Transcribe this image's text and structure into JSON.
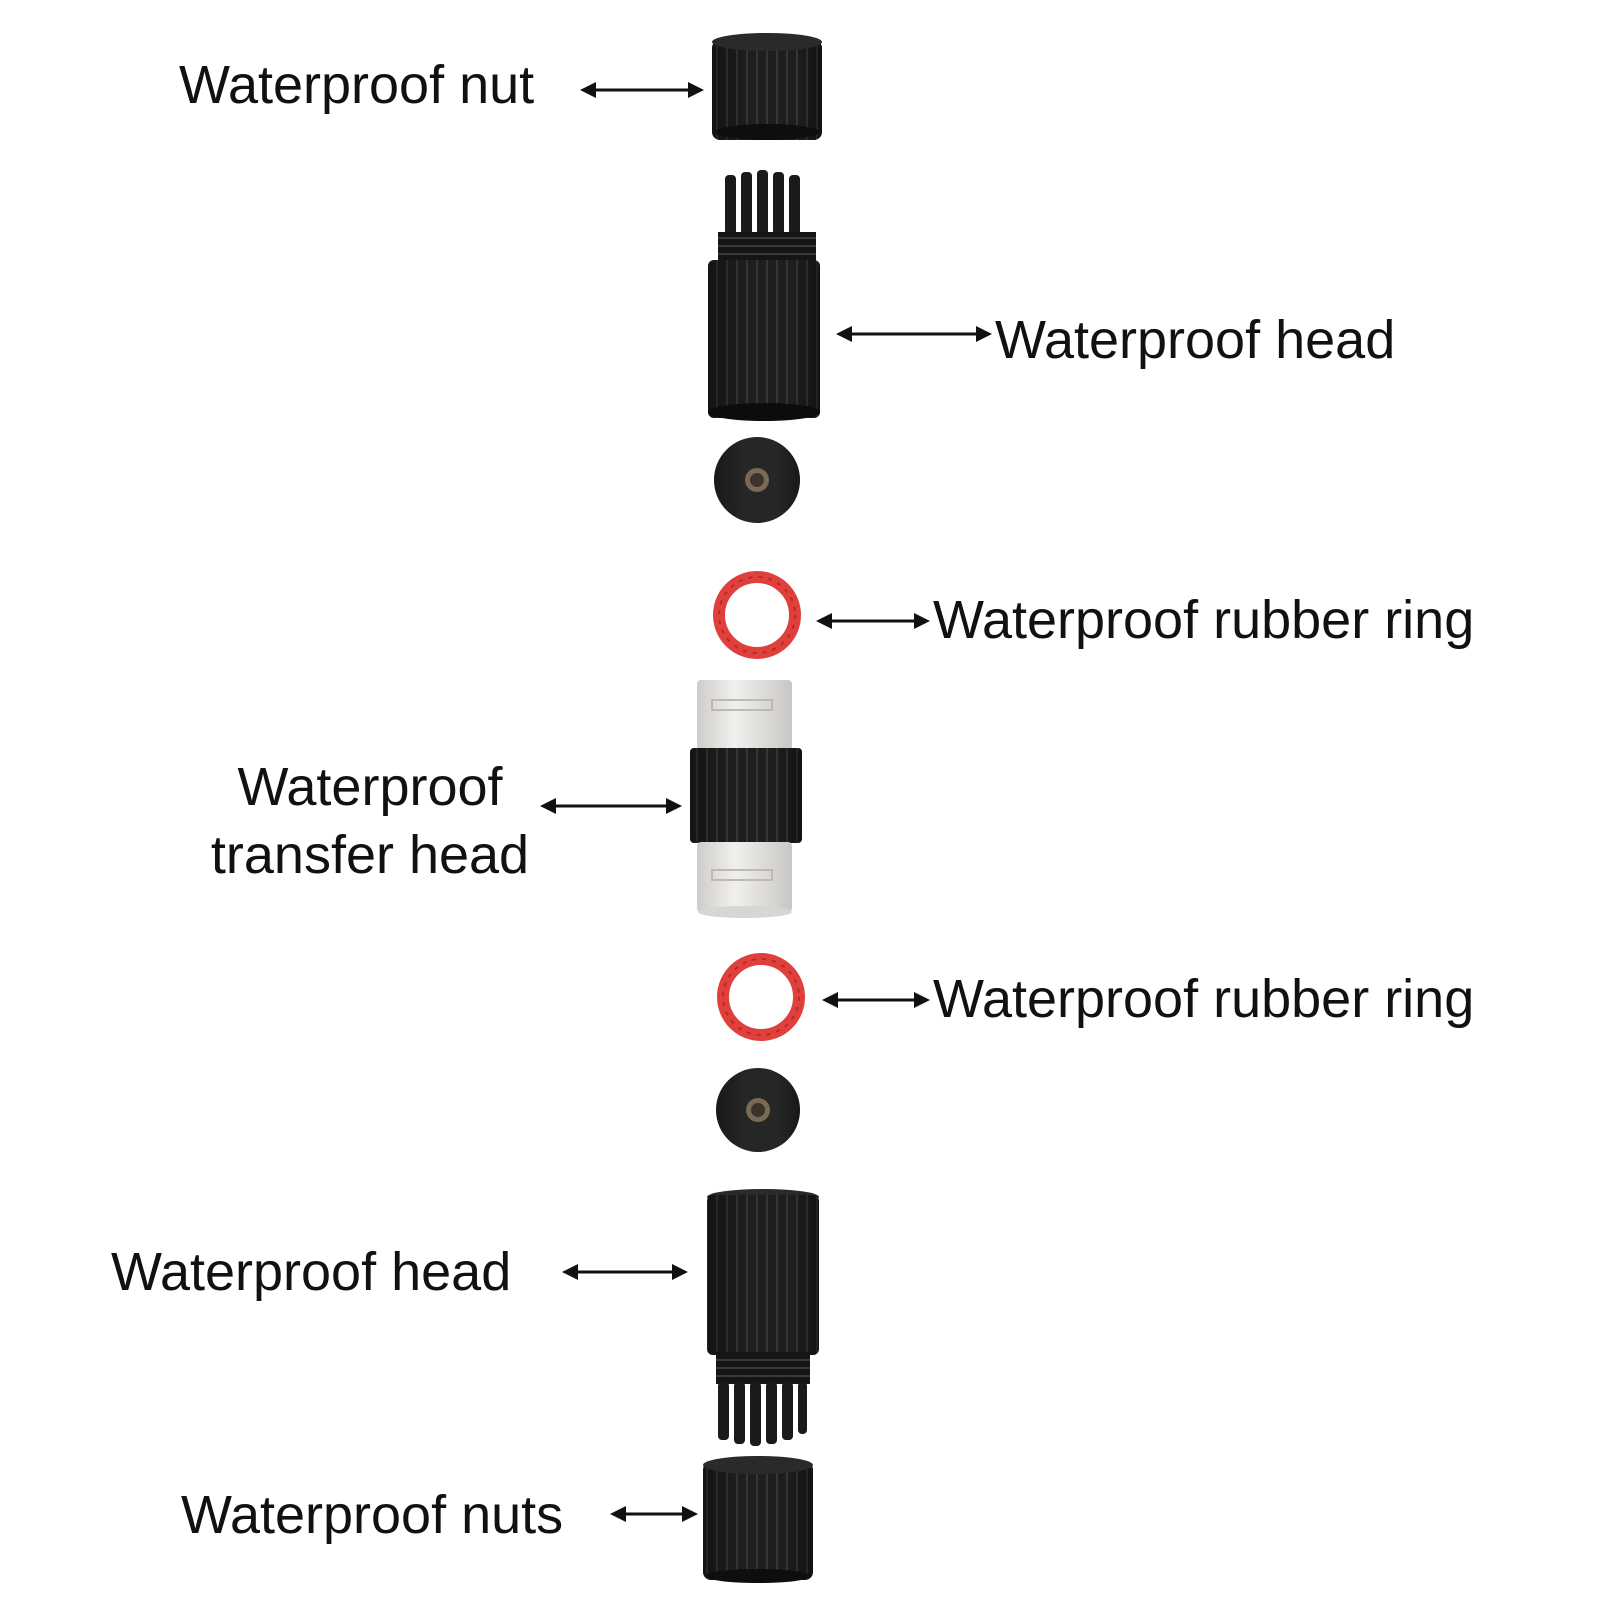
{
  "labels": {
    "nut_top": "Waterproof nut",
    "head_top": "Waterproof head",
    "ring_top": "Waterproof rubber ring",
    "transfer_line1": "Waterproof",
    "transfer_line2": "transfer head",
    "ring_bottom": "Waterproof rubber ring",
    "head_bottom": "Waterproof head",
    "nuts_bottom": "Waterproof nuts"
  },
  "colors": {
    "plastic_black": "#1c1c1c",
    "rubber_red": "#e0403c",
    "white_plastic": "#e8e6e3",
    "text": "#111111"
  }
}
